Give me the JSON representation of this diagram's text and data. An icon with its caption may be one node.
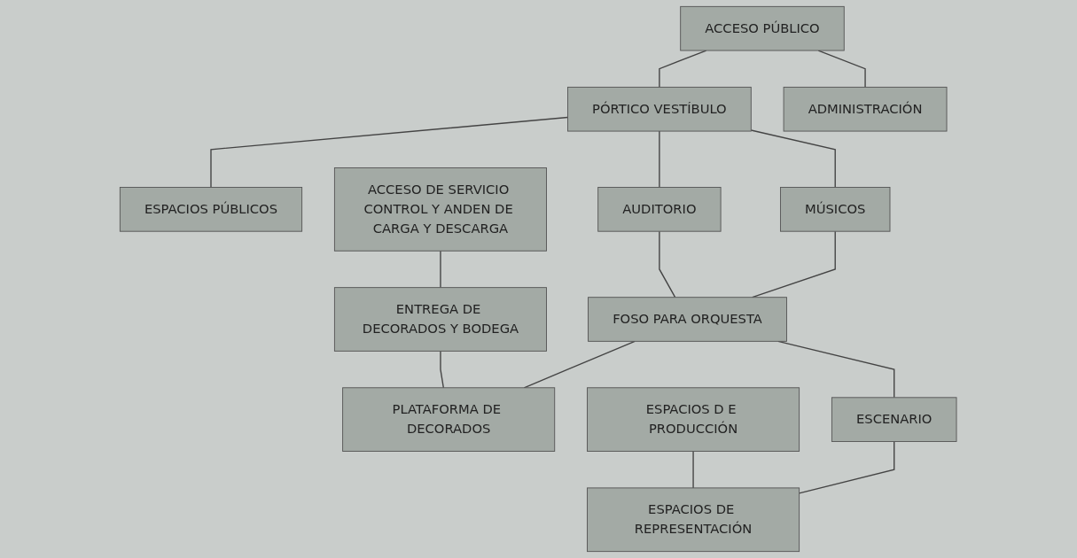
{
  "diagram": {
    "nodes": [
      {
        "text": [
          "ACCESO PÚBLICO"
        ]
      },
      {
        "text": [
          "PÓRTICO VESTÍBULO"
        ]
      },
      {
        "text": [
          "ESPACIOS PÚBLICOS"
        ]
      },
      {
        "text": [
          "ACCESO DE SERVICIO CONTROL Y ANDEN DE CARGA Y DESCARGA"
        ]
      },
      {
        "text": [
          "ADMINISTRACIÓN"
        ]
      },
      {
        "text": [
          "AUDITORIO"
        ]
      },
      {
        "text": [
          "ENTREGA DE DECORADOS Y BODEGA"
        ]
      },
      {
        "text": [
          "MÚSICOS"
        ]
      },
      {
        "text": [
          "FOSO PARA ORQUESTA"
        ]
      },
      {
        "text": [
          "PLATAFORMA DE DECORADOS"
        ]
      },
      {
        "text": [
          "ESPACIOS D E PRODUCCIÓN"
        ]
      },
      {
        "text": [
          "ESCENARIO"
        ]
      },
      {
        "text": [
          "ESPACIOS DE REPRESENTACIÓN"
        ]
      }
    ],
    "edges": [
      {
        "from": 0,
        "to": 1,
        "arrow": "none"
      },
      {
        "from": 1,
        "to": 2,
        "arrow": "none"
      },
      {
        "from": 0,
        "to": 4,
        "arrow": "none"
      },
      {
        "from": 1,
        "to": 5,
        "arrow": "none"
      },
      {
        "from": 1,
        "to": 7,
        "arrow": "none"
      },
      {
        "from": 7,
        "to": 8,
        "arrow": "none"
      },
      {
        "from": 5,
        "to": 8,
        "arrow": "none"
      },
      {
        "from": 8,
        "to": 9,
        "arrow": "none"
      },
      {
        "from": 3,
        "to": 6,
        "arrow": "none"
      },
      {
        "from": 6,
        "to": 9,
        "arrow": "none"
      },
      {
        "from": 8,
        "to": 11,
        "arrow": "none"
      },
      {
        "from": 11,
        "to": 12,
        "arrow": "none"
      },
      {
        "from": 10,
        "to": 12,
        "arrow": "none"
      }
    ]
  }
}
